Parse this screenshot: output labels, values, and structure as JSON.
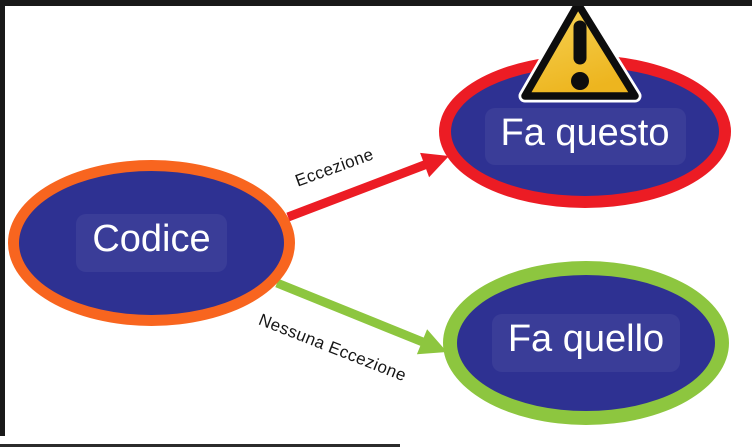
{
  "diagram": {
    "background": "#ffffff",
    "frame_color": "#191919",
    "nodes": [
      {
        "id": "codice",
        "label": "Codice",
        "fill": "#2E3192",
        "border_color": "#F8651F"
      },
      {
        "id": "fa-questo",
        "label": "Fa questo",
        "fill": "#2E3192",
        "border_color": "#EC1C24"
      },
      {
        "id": "fa-quello",
        "label": "Fa quello",
        "fill": "#2E3192",
        "border_color": "#8DC63F"
      }
    ],
    "edges": [
      {
        "id": "eccezione",
        "label": "Eccezione",
        "color": "#EC1C24",
        "from": "codice",
        "to": "fa-questo"
      },
      {
        "id": "nessuna-eccezione",
        "label": "Nessuna Eccezione",
        "color": "#8DC63F",
        "from": "codice",
        "to": "fa-quello"
      }
    ],
    "warning_icon": {
      "name": "warning-triangle-icon",
      "fill_top": "#F7D457",
      "fill_bottom": "#EDB51F",
      "outline_color": "#0d0d0d",
      "halo_color": "#ffffff",
      "glyph": "!"
    }
  }
}
